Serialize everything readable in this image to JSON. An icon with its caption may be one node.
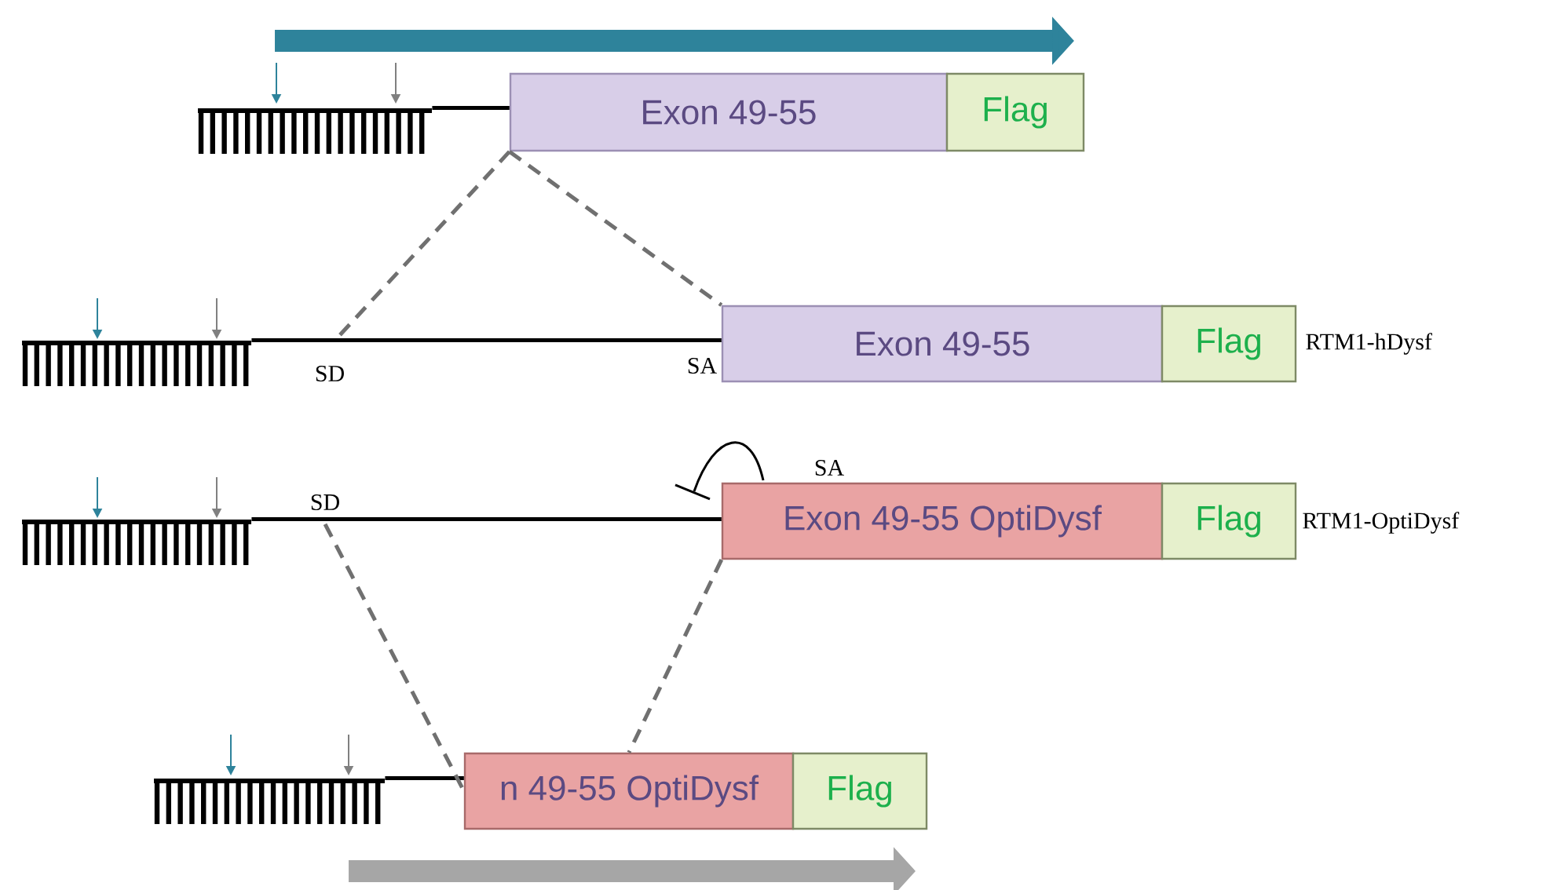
{
  "diagram": {
    "nodes": [
      {
        "text": [],
        "shape": "picture"
      },
      {
        "text": [
          "Exon 49-55"
        ]
      },
      {
        "text": [
          "Flag"
        ]
      },
      {
        "text": [],
        "shape": "picture"
      },
      {
        "text": [
          "Exon 49-55"
        ],
        "beside": [
          "SA"
        ]
      },
      {
        "text": [
          "Flag"
        ],
        "beside": [
          "RTM1-hDysf"
        ]
      },
      {
        "text": [],
        "shape": "picture"
      },
      {
        "text": [
          "Exon 49-55 OptiDysf"
        ],
        "beside": [
          "SA"
        ]
      },
      {
        "text": [
          "Flag"
        ],
        "beside": [
          "RTM1-OptiDysf"
        ]
      },
      {
        "text": [],
        "shape": "picture"
      },
      {
        "text": [
          "n 49-55 OptiDysf"
        ]
      },
      {
        "text": [
          "Flag"
        ]
      }
    ],
    "edges": [
      {
        "from": 0,
        "to": 1,
        "arrow": "none"
      },
      {
        "from": 3,
        "to": 4,
        "arrow": "none"
      },
      {
        "from": 6,
        "to": 7,
        "arrow": "none"
      },
      {
        "from": 9,
        "to": 10,
        "arrow": "none"
      },
      {
        "from": 1,
        "to": null,
        "arrow": "none",
        "style": "dashed",
        "color": "#707070"
      },
      {
        "from": 1,
        "to": 4,
        "arrow": "none",
        "style": "dashed",
        "color": "#707070"
      },
      {
        "from": null,
        "to": 10,
        "arrow": "none",
        "style": "dashed",
        "color": "#707070"
      },
      {
        "from": 7,
        "to": 10,
        "arrow": "none",
        "style": "dashed",
        "color": "#707070"
      }
    ],
    "labels": [
      "SD",
      "SD"
    ]
  }
}
